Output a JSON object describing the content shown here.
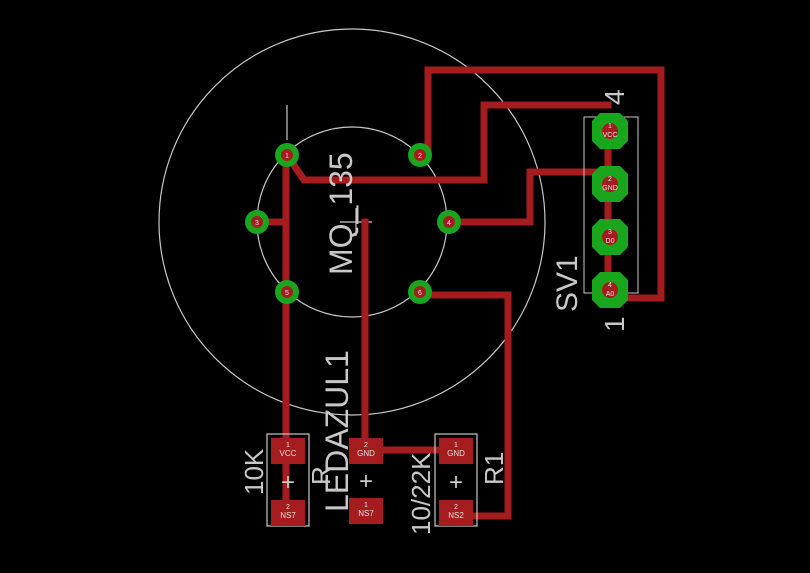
{
  "colors": {
    "background": "#000000",
    "trace": "#a51c1f",
    "pad": "#19a61c",
    "silkscreen": "#c8c8c8",
    "pad_text": "#e0e0e0"
  },
  "sensor": {
    "name": "MQ_135",
    "pins": [
      "1",
      "2",
      "3",
      "4",
      "5",
      "6"
    ]
  },
  "header": {
    "name": "SV1",
    "pin_first": "1",
    "pin_last": "4",
    "pins": [
      {
        "num": "1",
        "label": "VCC"
      },
      {
        "num": "2",
        "label": "GND"
      },
      {
        "num": "3",
        "label": "D0"
      },
      {
        "num": "4",
        "label": "A0"
      }
    ]
  },
  "resistor_left": {
    "value": "10K",
    "name": "R",
    "pad_top": "VCC",
    "pad_top_num": "1",
    "pad_bottom": "NS7",
    "pad_bottom_num": "2",
    "symbol": "+"
  },
  "led": {
    "name": "LEDAZUL1",
    "pad_top": "GND",
    "pad_top_num": "2",
    "pad_bottom": "NS7",
    "pad_bottom_num": "1",
    "symbol": "+"
  },
  "resistor_right": {
    "value": "10/22K",
    "name": "R1",
    "pad_top": "GND",
    "pad_top_num": "1",
    "pad_bottom": "NS2",
    "pad_bottom_num": "2",
    "symbol": "+"
  }
}
